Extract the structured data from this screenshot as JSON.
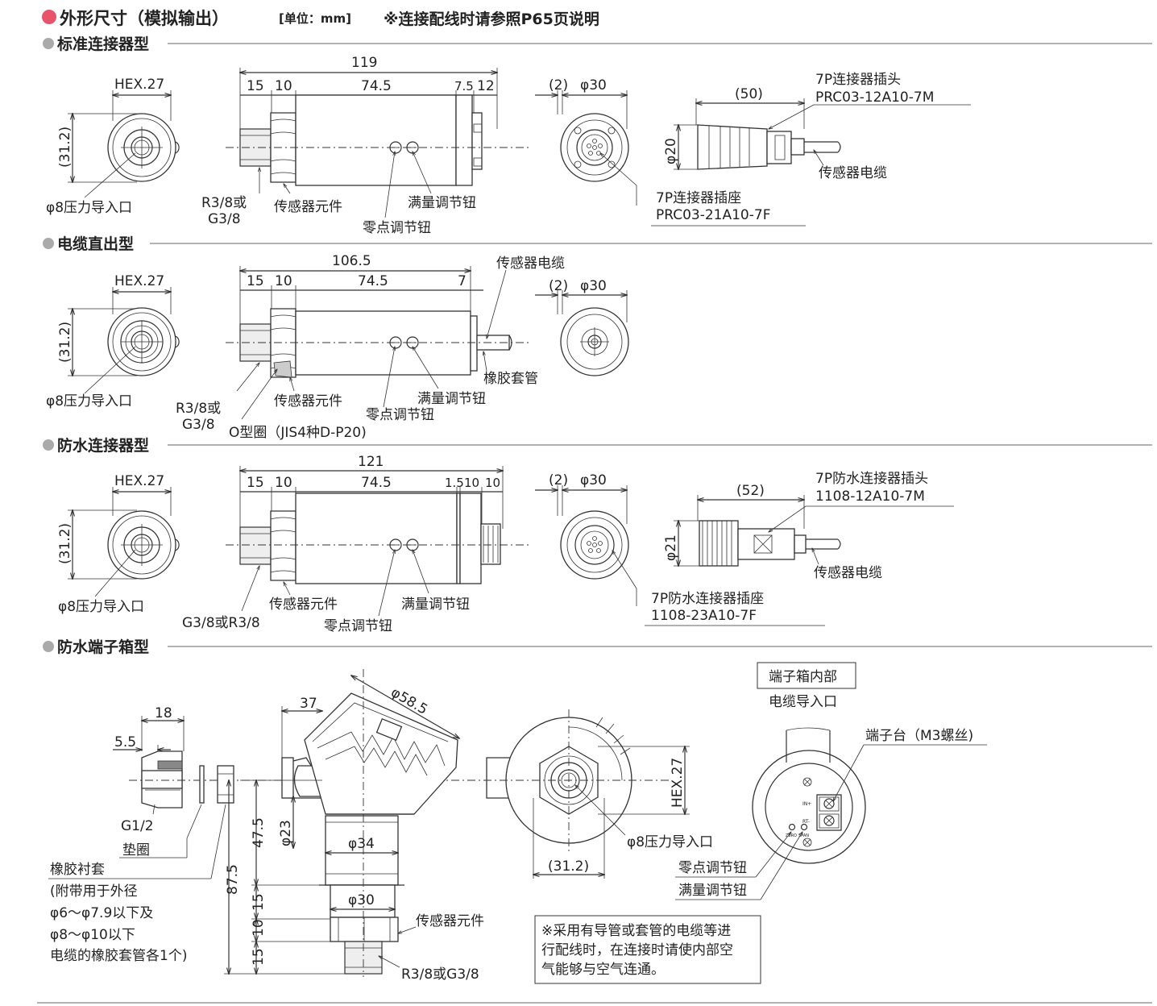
{
  "header": {
    "title": "外形尺寸（模拟输出）",
    "unit": "[单位：mm]",
    "note": "※连接配线时请参照P65页说明",
    "bullet_color": "#e8556b"
  },
  "sections": {
    "s1": "标准连接器型",
    "s2": "电缆直出型",
    "s3": "防水连接器型",
    "s4": "防水端子箱型"
  },
  "std": {
    "hex": "HEX.27",
    "dim_31": "(31.2)",
    "inlet": "φ8压力导入口",
    "total": "119",
    "d15": "15",
    "d10": "10",
    "d745": "74.5",
    "d75": "7.5",
    "d12": "12",
    "d2": "(2)",
    "d30": "φ30",
    "d50": "(50)",
    "d20": "φ20",
    "plug1": "7P连接器插头",
    "plug2": "PRC03-12A10-7M",
    "cable": "传感器电缆",
    "sock1": "7P连接器插座",
    "sock2": "PRC03-21A10-7F",
    "thread1": "R3/8或",
    "thread2": "G3/8",
    "sensor": "传感器元件",
    "span": "满量调节钮",
    "zero": "零点调节钮"
  },
  "cab": {
    "hex": "HEX.27",
    "dim_31": "(31.2)",
    "inlet": "φ8压力导入口",
    "total": "106.5",
    "d15": "15",
    "d10": "10",
    "d745": "74.5",
    "d7": "7",
    "d2": "(2)",
    "d30": "φ30",
    "cable": "传感器电缆",
    "boot": "橡胶套管",
    "thread1": "R3/8或",
    "thread2": "G3/8",
    "oring": "O型圈（JIS4种D-P20)",
    "sensor": "传感器元件",
    "span": "满量调节钮",
    "zero": "零点调节钮"
  },
  "wp": {
    "hex": "HEX.27",
    "dim_31": "(31.2)",
    "inlet": "φ8压力导入口",
    "total": "121",
    "d15": "15",
    "d10": "10",
    "d745": "74.5",
    "d15b": "1.5",
    "d10b": "10",
    "d10c": "10",
    "d2": "(2)",
    "d30": "φ30",
    "d52": "(52)",
    "d21": "φ21",
    "plug1": "7P防水连接器插头",
    "plug2": "1108-12A10-7M",
    "cable": "传感器电缆",
    "sock1": "7P防水连接器插座",
    "sock2": "1108-23A10-7F",
    "thread": "G3/8或R3/8",
    "sensor": "传感器元件",
    "span": "满量调节钮",
    "zero": "零点调节钮"
  },
  "tb": {
    "d18": "18",
    "d55": "5.5",
    "g12": "G1/2",
    "washer": "垫圈",
    "rub1": "橡胶衬套",
    "rub2": "(附带用于外径",
    "rub3": "φ6～φ7.9以下及",
    "rub4": "φ8～φ10以下",
    "rub5": "电缆的橡胶套管各1个)",
    "d37": "37",
    "d585": "φ58.5",
    "d23": "φ23",
    "d475": "47.5",
    "d875": "87.5",
    "d15": "15",
    "d10": "10",
    "d15b": "15",
    "d34": "φ34",
    "d30": "φ30",
    "sensor": "传感器元件",
    "thread": "R3/8或G3/8",
    "hex": "HEX.27",
    "inlet": "φ8压力导入口",
    "dim_31": "(31.2)",
    "box_title": "端子箱内部",
    "cable_in": "电缆导入口",
    "terminal": "端子台（M3螺丝)",
    "zero": "零点调节钮",
    "span": "满量调节钮",
    "note1": "※采用有导管或套管的电缆等进",
    "note2": "行配线时，在连接时请使内部空",
    "note3": "气能够与空气连通。",
    "lbl_in": "IN+",
    "lbl_rt": "RT-",
    "lbl_zero": "ZERO",
    "lbl_span": "SPAN"
  }
}
